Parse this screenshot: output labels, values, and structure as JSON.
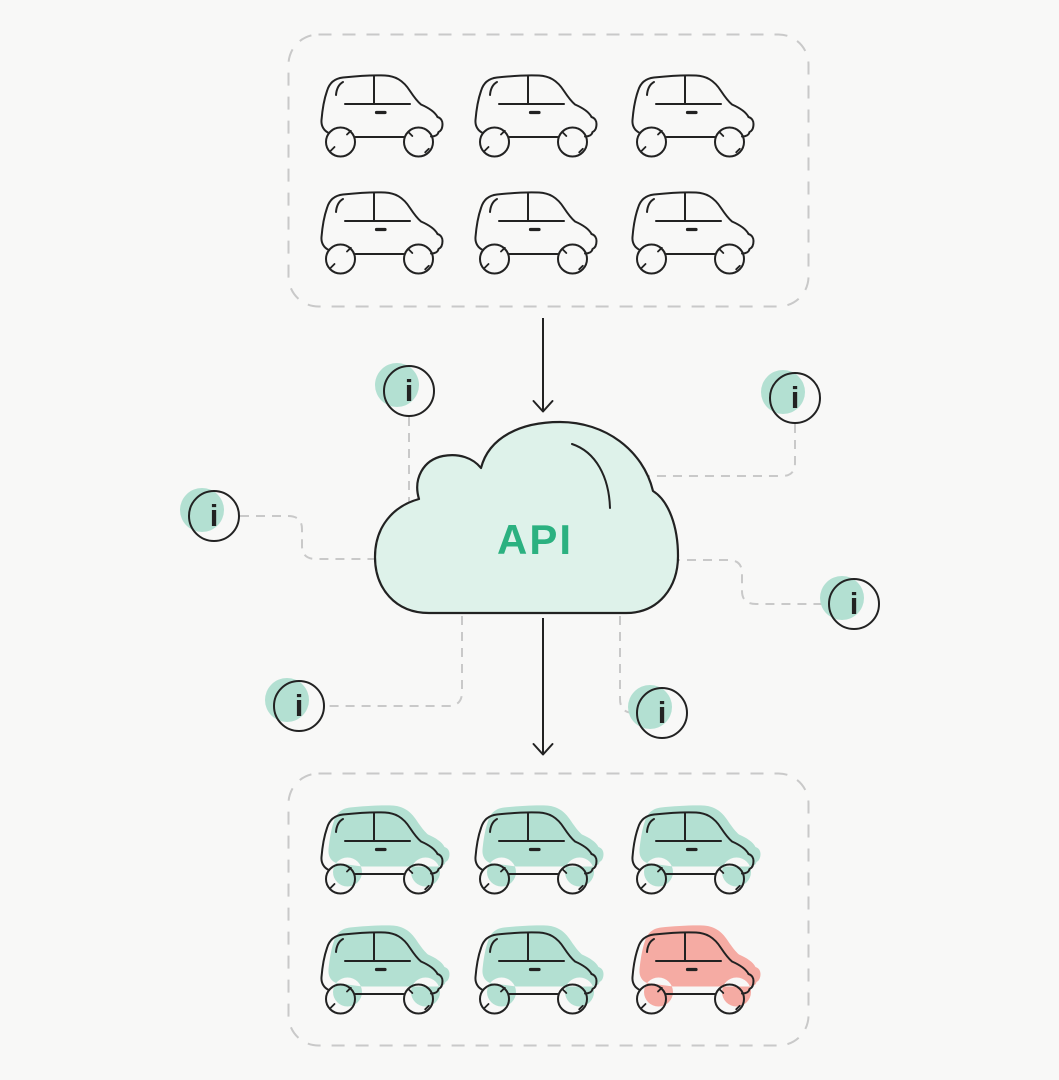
{
  "colors": {
    "bg": "#f8f8f7",
    "ink": "#222222",
    "dash": "#c9c9c9",
    "cloud_fill": "#def2ea",
    "accent_green": "#2bb180",
    "teal": "#b3e0d2",
    "red": "#f5aba3"
  },
  "cloud": {
    "label": "API"
  },
  "info_badge": {
    "glyph": "i",
    "count": 6
  },
  "cars": {
    "input": [
      "outline",
      "outline",
      "outline",
      "outline",
      "outline",
      "outline"
    ],
    "output": [
      "teal",
      "teal",
      "teal",
      "teal",
      "teal",
      "red"
    ]
  }
}
